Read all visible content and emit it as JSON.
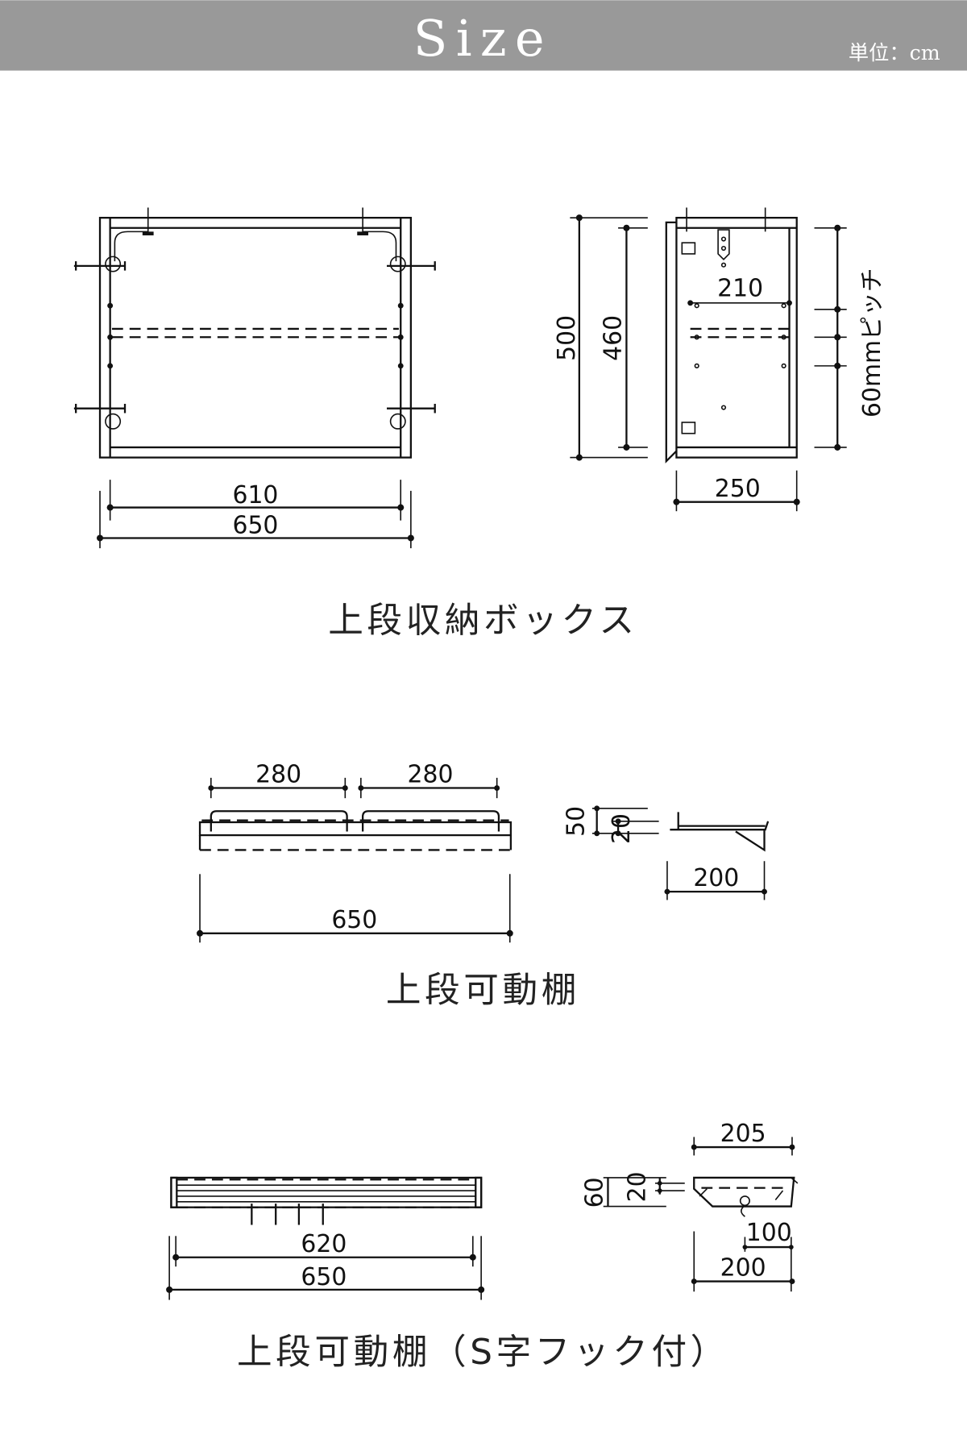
{
  "header": {
    "title": "Size",
    "unit": "単位：cm",
    "bg_color": "#999999"
  },
  "box": {
    "title": "上段収納ボックス",
    "front": {
      "inner_width": "610",
      "outer_width": "650"
    },
    "side": {
      "height": "500",
      "inner_height": "460",
      "shelf_depth": "210",
      "depth": "250",
      "pitch": "60mmピッチ"
    }
  },
  "shelf": {
    "title": "上段可動棚",
    "front": {
      "rail_left": "280",
      "rail_right": "280",
      "width": "650"
    },
    "side": {
      "height": "50",
      "lip": "20",
      "depth": "200"
    }
  },
  "hook_shelf": {
    "title": "上段可動棚（S字フック付）",
    "front": {
      "inner_width": "620",
      "width": "650"
    },
    "side": {
      "top_depth": "205",
      "height": "60",
      "lip": "20",
      "hook_offset": "100",
      "depth": "200"
    }
  }
}
